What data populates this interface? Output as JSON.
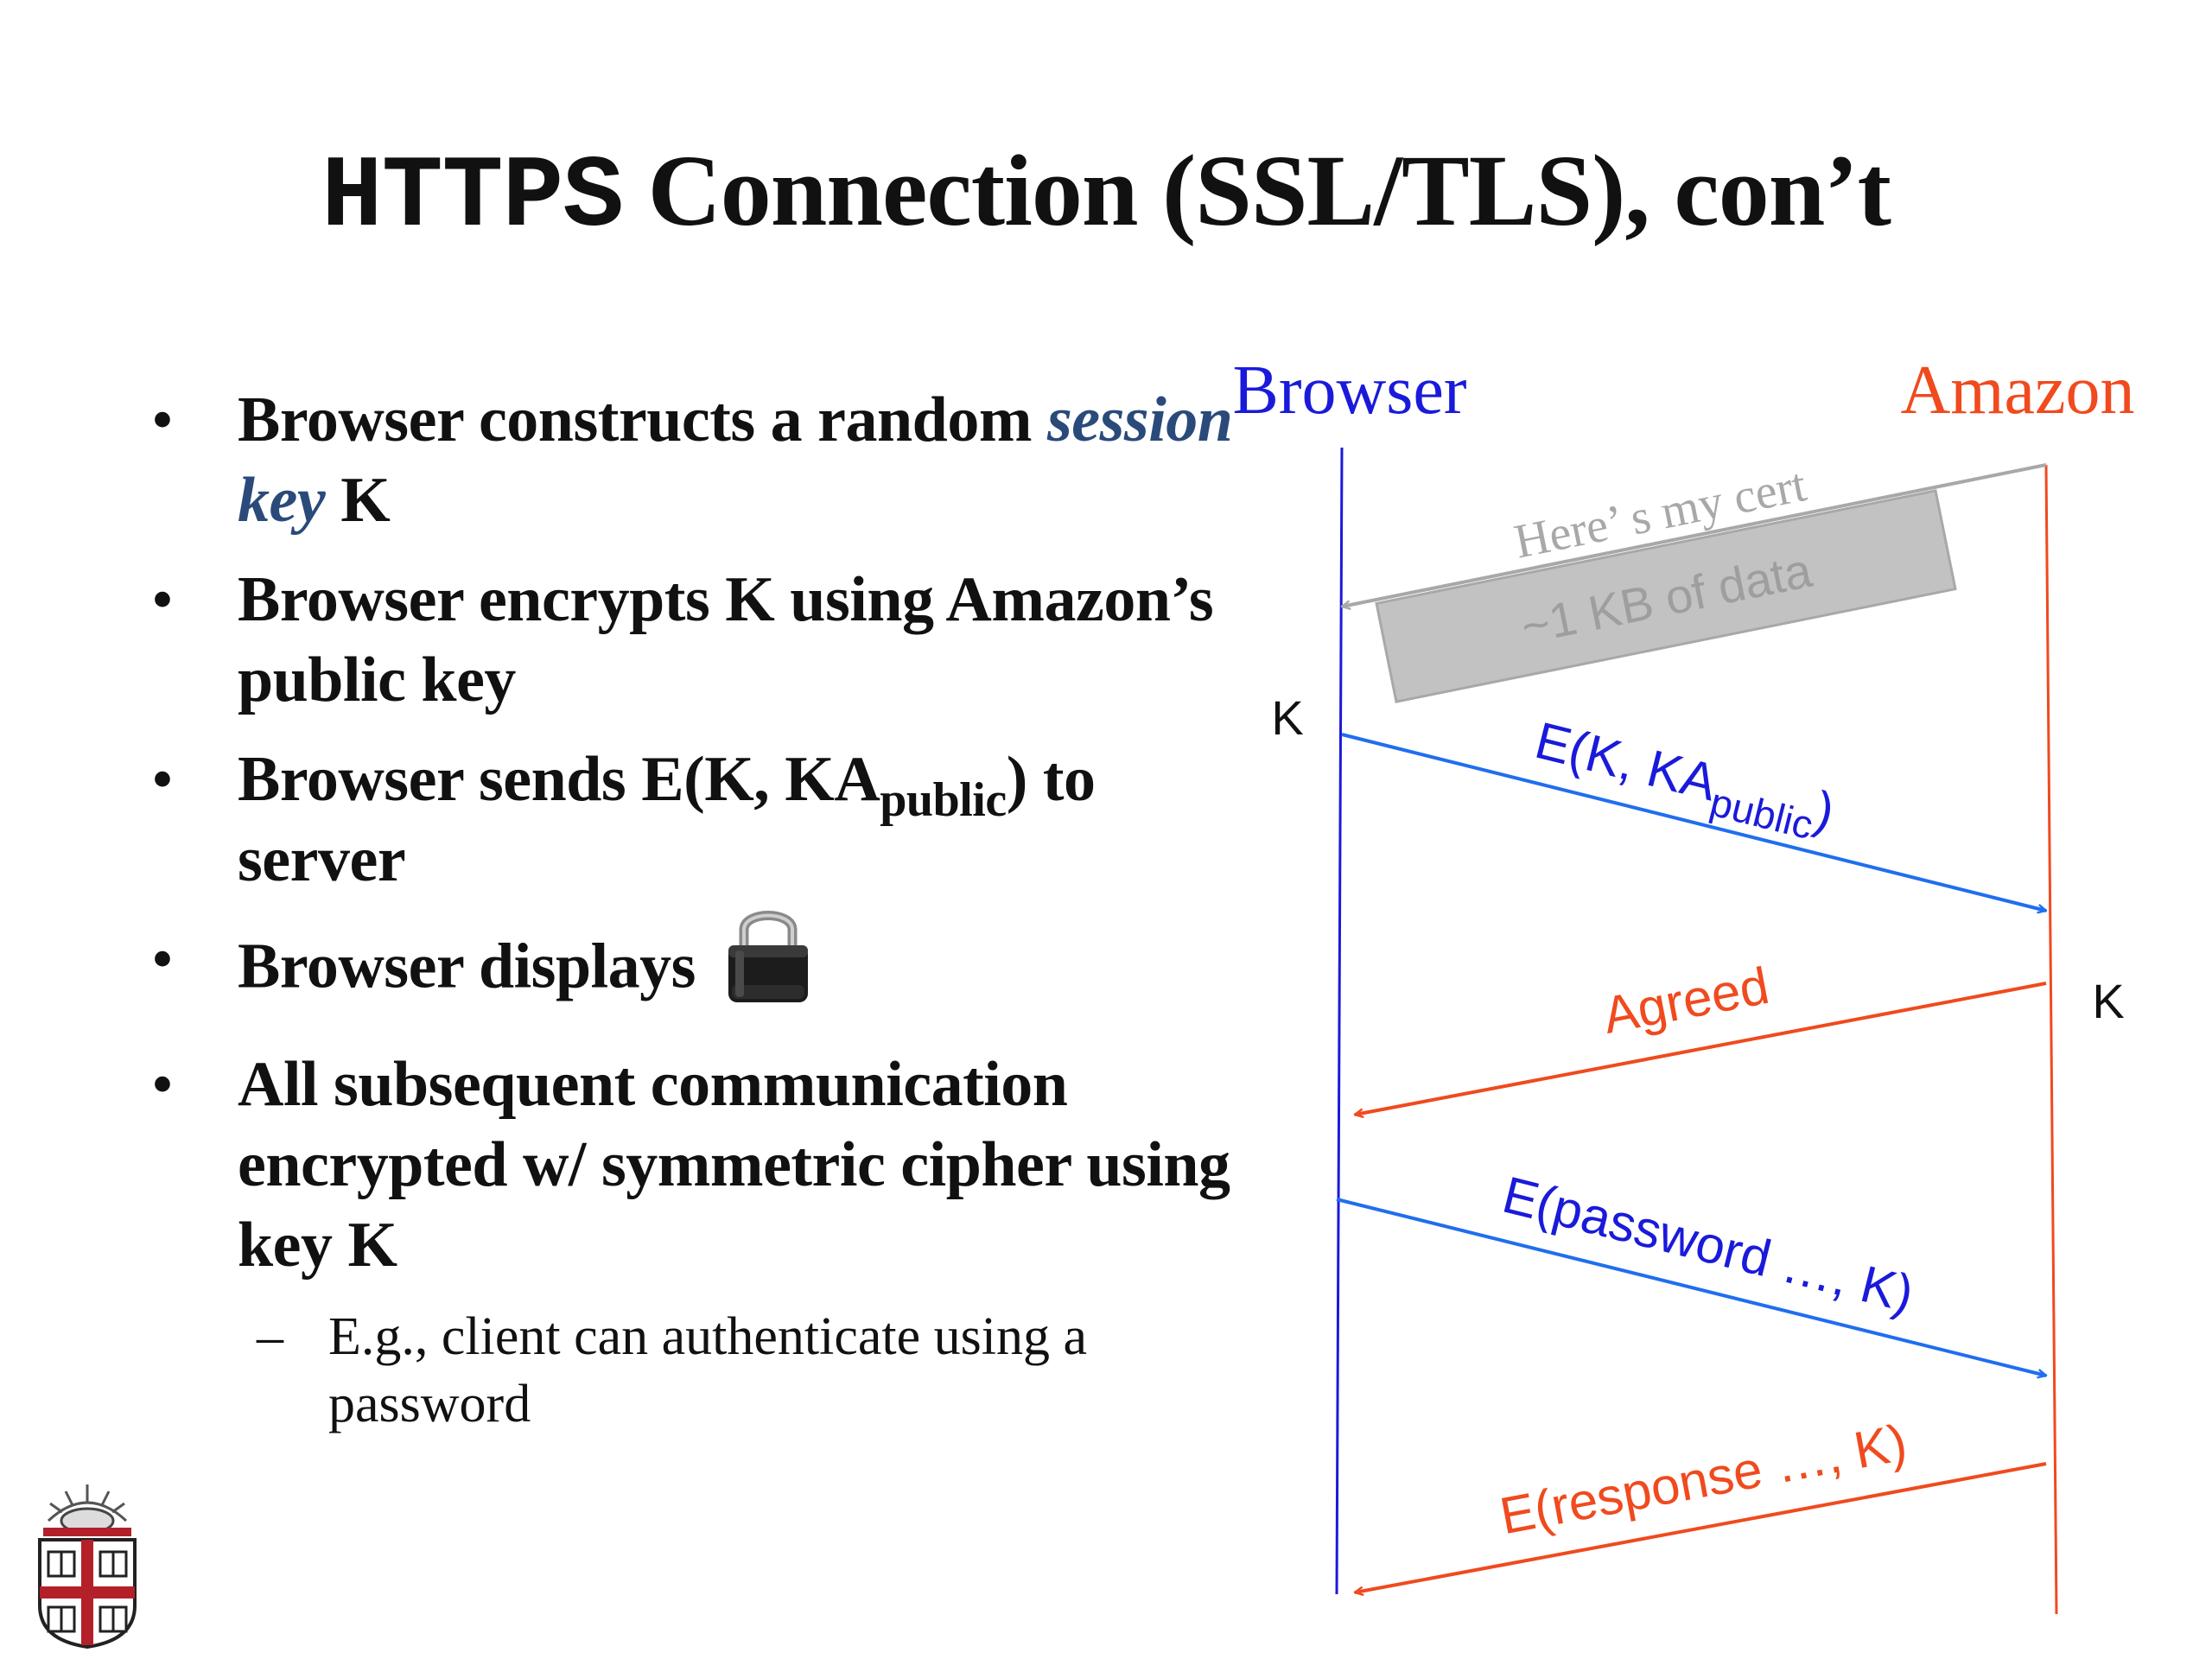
{
  "slide": {
    "title_mono": "HTTPS",
    "title_rest": " Connection (SSL/TLS), con’t"
  },
  "bullets": {
    "b1_before": "Browser constructs a random ",
    "b1_emph": "session key",
    "b1_after": " K",
    "b2": "Browser encrypts K using Amazon’s public key",
    "b3_before": "Browser sends E(K, KA",
    "b3_sub": "public",
    "b3_after": ") to server",
    "b4": "Browser displays",
    "b5": "All subsequent communication encrypted w/ symmetric cipher using key K",
    "sub1": "E.g., client can authenticate using a password",
    "bullet_char": "•",
    "dash_char": "–"
  },
  "diagram": {
    "browser_label": "Browser",
    "amazon_label": "Amazon",
    "key_label_browser": "K",
    "key_label_amazon": "K",
    "msg_cert": "Here’ s my cert",
    "msg_cert_data": "~1 KB of data",
    "msg_ek_prefix": "E(K, KA",
    "msg_ek_sub": "public",
    "msg_ek_suffix": ")",
    "msg_agreed": "Agreed",
    "msg_password": "E(password …, K)",
    "msg_response": "E(response …, K)"
  },
  "colors": {
    "browser_blue": "#1a1adb",
    "amazon_orange": "#f04a1e",
    "arrow_blue": "#1f6ef0",
    "cert_gray": "#a8a8a8",
    "emph_blue": "#2a4a7a"
  },
  "icons": {
    "lock": "padlock-icon",
    "logo": "university-crest-logo"
  }
}
